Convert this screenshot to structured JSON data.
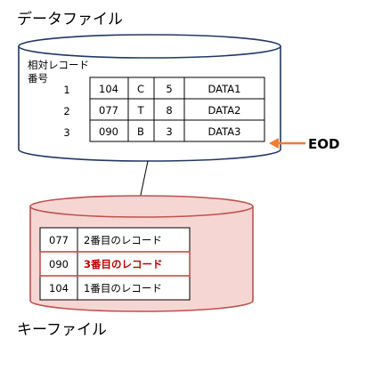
{
  "data_file": {
    "title": "データファイル",
    "caption_line1": "相対レコード",
    "caption_line2": "番号",
    "rows": [
      {
        "num": "1",
        "cells": [
          "104",
          "C",
          "5",
          "DATA1"
        ]
      },
      {
        "num": "2",
        "cells": [
          "077",
          "T",
          "8",
          "DATA2"
        ]
      },
      {
        "num": "3",
        "cells": [
          "090",
          "B",
          "3",
          "DATA3"
        ]
      }
    ],
    "eod_label": "EOD",
    "colors": {
      "outline": "#1f3864",
      "arrow": "#ed7d31"
    }
  },
  "key_file": {
    "title": "キーファイル",
    "rows": [
      {
        "key": "077",
        "label": "2番目のレコード",
        "highlight": false
      },
      {
        "key": "090",
        "label": "3番目のレコード",
        "highlight": true
      },
      {
        "key": "104",
        "label": "1番目のレコード",
        "highlight": false
      }
    ],
    "colors": {
      "fill": "#f6d6d3",
      "outline": "#c0504d",
      "highlight_text": "#c00000"
    }
  }
}
